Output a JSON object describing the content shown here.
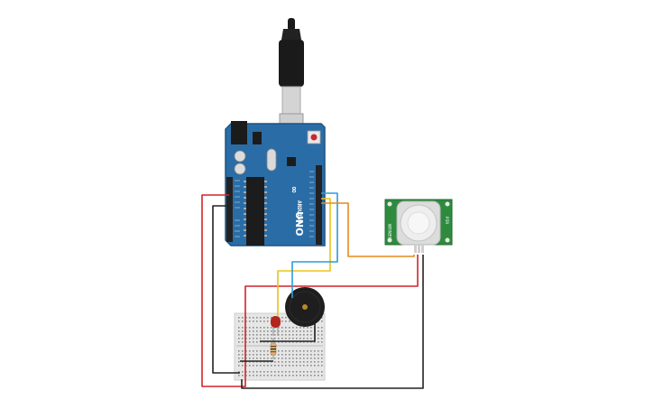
{
  "arduino": {
    "logo_text": "ARDUINO",
    "model_text": "UNO",
    "brand_text": "∞",
    "colors": {
      "board": "#2a6da6",
      "board_edge": "#1d5482",
      "header": "#222222"
    }
  },
  "pir_sensor": {
    "label_left": "SENSOR",
    "label_right": "PIR",
    "colors": {
      "pcb": "#2e8b3e",
      "dome": "#eeeeee"
    }
  },
  "buzzer": {
    "colors": {
      "body": "#1e1e1e",
      "center": "#b58a2a"
    }
  },
  "breadboard": {
    "colors": {
      "body": "#e6e6e6",
      "hole": "#8a8a8a"
    }
  },
  "led": {
    "colors": {
      "body": "#b3261e"
    }
  },
  "resistor": {
    "colors": {
      "body": "#d6b77a"
    }
  },
  "usb_cable": {
    "colors": {
      "plug": "#1a1a1a",
      "connector": "#c9c9c9"
    }
  },
  "wire_colors": {
    "red": "#d2232a",
    "black": "#222222",
    "yellow": "#e8c51a",
    "blue": "#2f9bd6",
    "orange": "#e58a1f"
  }
}
